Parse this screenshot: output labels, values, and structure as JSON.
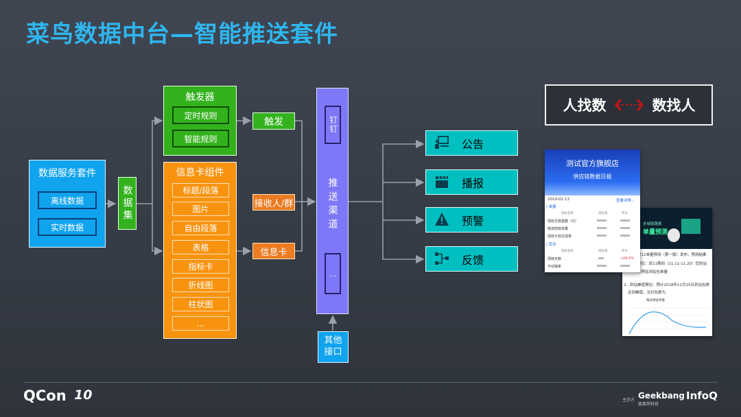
{
  "title": "菜鸟数据中台—智能推送套件",
  "data_service": {
    "title": "数据服务套件",
    "items": [
      "离线数据",
      "实时数据"
    ]
  },
  "dataset": "数据集",
  "trigger": {
    "title": "触发器",
    "items": [
      "定时规则",
      "智能规则"
    ]
  },
  "infocard": {
    "title": "信息卡组件",
    "items": [
      "标题/段落",
      "图片",
      "自由段落",
      "表格",
      "指标卡",
      "折线图",
      "柱状图",
      "..."
    ]
  },
  "mid_labels": {
    "trigger": "触发",
    "receivers": "接收人/群",
    "infocard": "信息卡"
  },
  "channel": {
    "title": "推送渠道",
    "top_item": "钉钉",
    "bottom_item": "..."
  },
  "other_interface": "其他接口",
  "outputs": [
    {
      "label": "公告",
      "icon": "presentation-icon"
    },
    {
      "label": "播报",
      "icon": "clapperboard-icon"
    },
    {
      "label": "预警",
      "icon": "warning-icon"
    },
    {
      "label": "反馈",
      "icon": "flow-icon"
    }
  ],
  "slogan": {
    "left": "人找数",
    "right": "数找人",
    "icon": "bidirectional-arrow-icon"
  },
  "doc1": {
    "header_title": "测试官方旗舰店",
    "header_sub": "供应链数据日报",
    "date": "2019-02-13",
    "link": "查看详情 ›",
    "section1": "| 单量",
    "section2": "| 库存",
    "cols": [
      "指标名称",
      "指标值",
      "环比"
    ],
    "rows1": [
      "揽收交易金额（元）",
      "物流揽收单量",
      "揽收计划达成率"
    ],
    "rows2": [
      "周转天数",
      "不动销率"
    ],
    "pct": "+£6.0%"
  },
  "doc2": {
    "banner_top": "全域链路数",
    "banner_main": "单量预测",
    "line1": "双11单量预测（第一版）发布，预测结果",
    "line2": "预估：双11期间（11.11-11.20）您的站",
    "line3": "点预估到站包单量",
    "line4": "2、到站峰值预估：预计2018年11月15日到站包裹",
    "line5": "达到峰值，当日包裹为",
    "chart_title": "每日预估单量"
  },
  "footer": {
    "brand": "QCon",
    "edition": "10",
    "host": "主办方",
    "geek": "Geekbang",
    "geek_sub": "极客邦科技",
    "infoq": "InfoQ"
  }
}
